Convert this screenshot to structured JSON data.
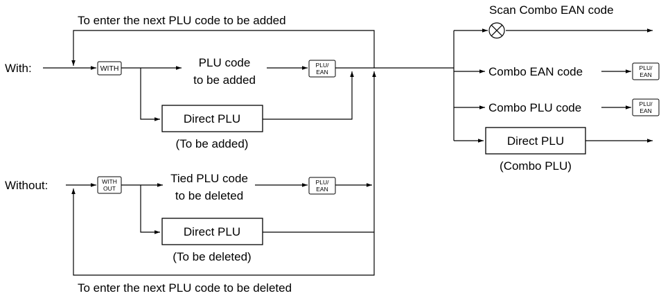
{
  "loops": {
    "top": "To enter the next PLU code to be added",
    "bottom": "To enter the next PLU code to be deleted"
  },
  "with_row": {
    "label": "With:",
    "key": "WITH",
    "plu_code_line1": "PLU code",
    "plu_code_line2": "to be added",
    "direct_plu": "Direct PLU",
    "direct_plu_caption": "(To be added)"
  },
  "without_row": {
    "label": "Without:",
    "key_line1": "WITH",
    "key_line2": "OUT",
    "tied_line1": "Tied PLU code",
    "tied_line2": "to be deleted",
    "direct_plu": "Direct PLU",
    "direct_plu_caption": "(To be deleted)"
  },
  "keys": {
    "plu_ean_line1": "PLU/",
    "plu_ean_line2": "EAN"
  },
  "outputs": {
    "scan": "Scan Combo EAN code",
    "combo_ean": "Combo EAN code",
    "combo_plu": "Combo PLU code",
    "direct_plu": "Direct PLU",
    "direct_plu_caption": "(Combo PLU)"
  }
}
